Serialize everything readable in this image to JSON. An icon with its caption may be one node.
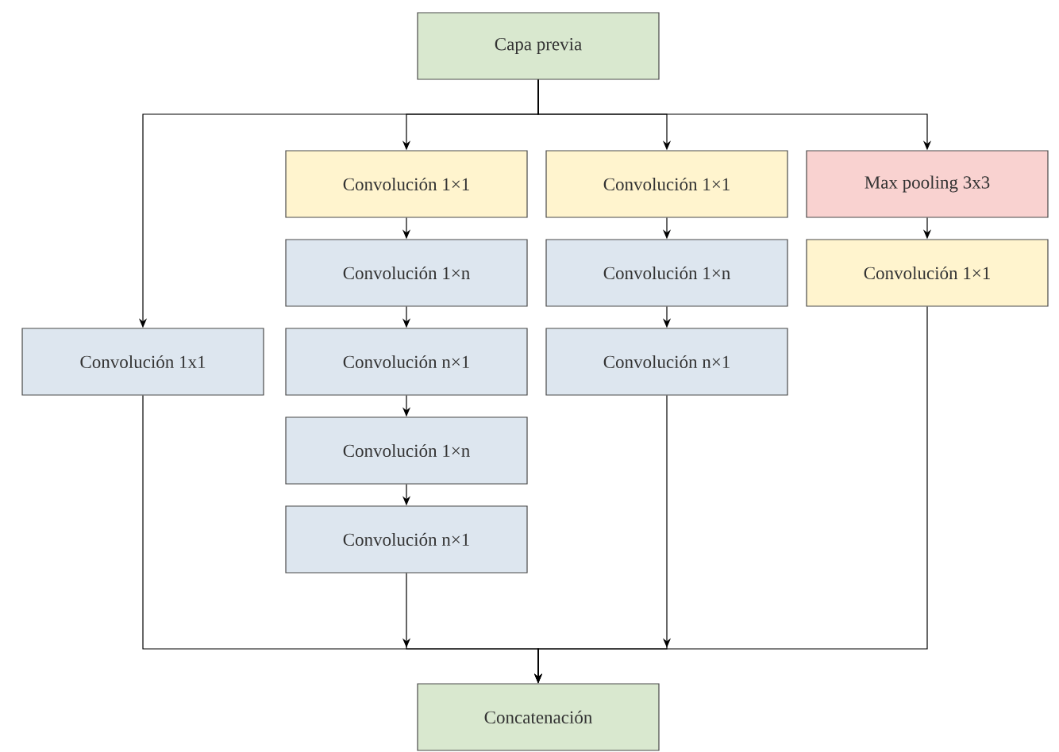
{
  "diagram": {
    "nodes": [
      {
        "text": [
          "Capa previa"
        ]
      },
      {
        "text": [
          "Convolución 1x1"
        ]
      },
      {
        "text": [
          "Convolución 1×1"
        ]
      },
      {
        "text": [
          "Convolución 1×n"
        ]
      },
      {
        "text": [
          "Convolución n×1"
        ]
      },
      {
        "text": [
          "Convolución 1×n"
        ]
      },
      {
        "text": [
          "Convolución n×1"
        ]
      },
      {
        "text": [
          "Convolución 1×1"
        ]
      },
      {
        "text": [
          "Convolución 1×n"
        ]
      },
      {
        "text": [
          "Convolución n×1"
        ]
      },
      {
        "text": [
          "Max pooling 3x3"
        ]
      },
      {
        "text": [
          "Convolución 1×1"
        ]
      },
      {
        "text": [
          "Concatenación"
        ]
      }
    ],
    "edges": [
      {
        "from": 0,
        "to": 1,
        "arrow": "to"
      },
      {
        "from": 0,
        "to": 2,
        "arrow": "to"
      },
      {
        "from": 0,
        "to": 7,
        "arrow": "to"
      },
      {
        "from": 0,
        "to": 10,
        "arrow": "to"
      },
      {
        "from": 2,
        "to": 3,
        "arrow": "to"
      },
      {
        "from": 3,
        "to": 4,
        "arrow": "to"
      },
      {
        "from": 4,
        "to": 5,
        "arrow": "to"
      },
      {
        "from": 5,
        "to": 6,
        "arrow": "to"
      },
      {
        "from": 7,
        "to": 8,
        "arrow": "to"
      },
      {
        "from": 8,
        "to": 9,
        "arrow": "to"
      },
      {
        "from": 10,
        "to": 11,
        "arrow": "to"
      },
      {
        "from": 1,
        "to": 12,
        "arrow": "to"
      },
      {
        "from": 6,
        "to": 12,
        "arrow": "to"
      },
      {
        "from": 9,
        "to": 12,
        "arrow": "to"
      },
      {
        "from": 11,
        "to": 12,
        "arrow": "to"
      }
    ]
  }
}
